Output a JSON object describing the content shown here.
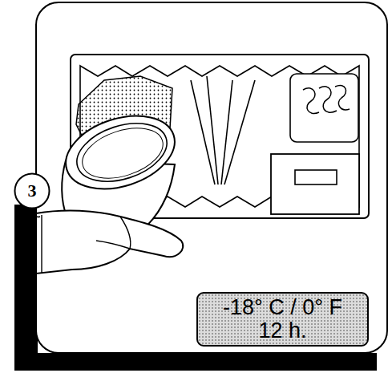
{
  "diagram": {
    "nodes": [
      {
        "text": [
          "3"
        ]
      },
      {
        "text": [
          "-18° C / 0° F",
          "12 h."
        ]
      }
    ]
  }
}
